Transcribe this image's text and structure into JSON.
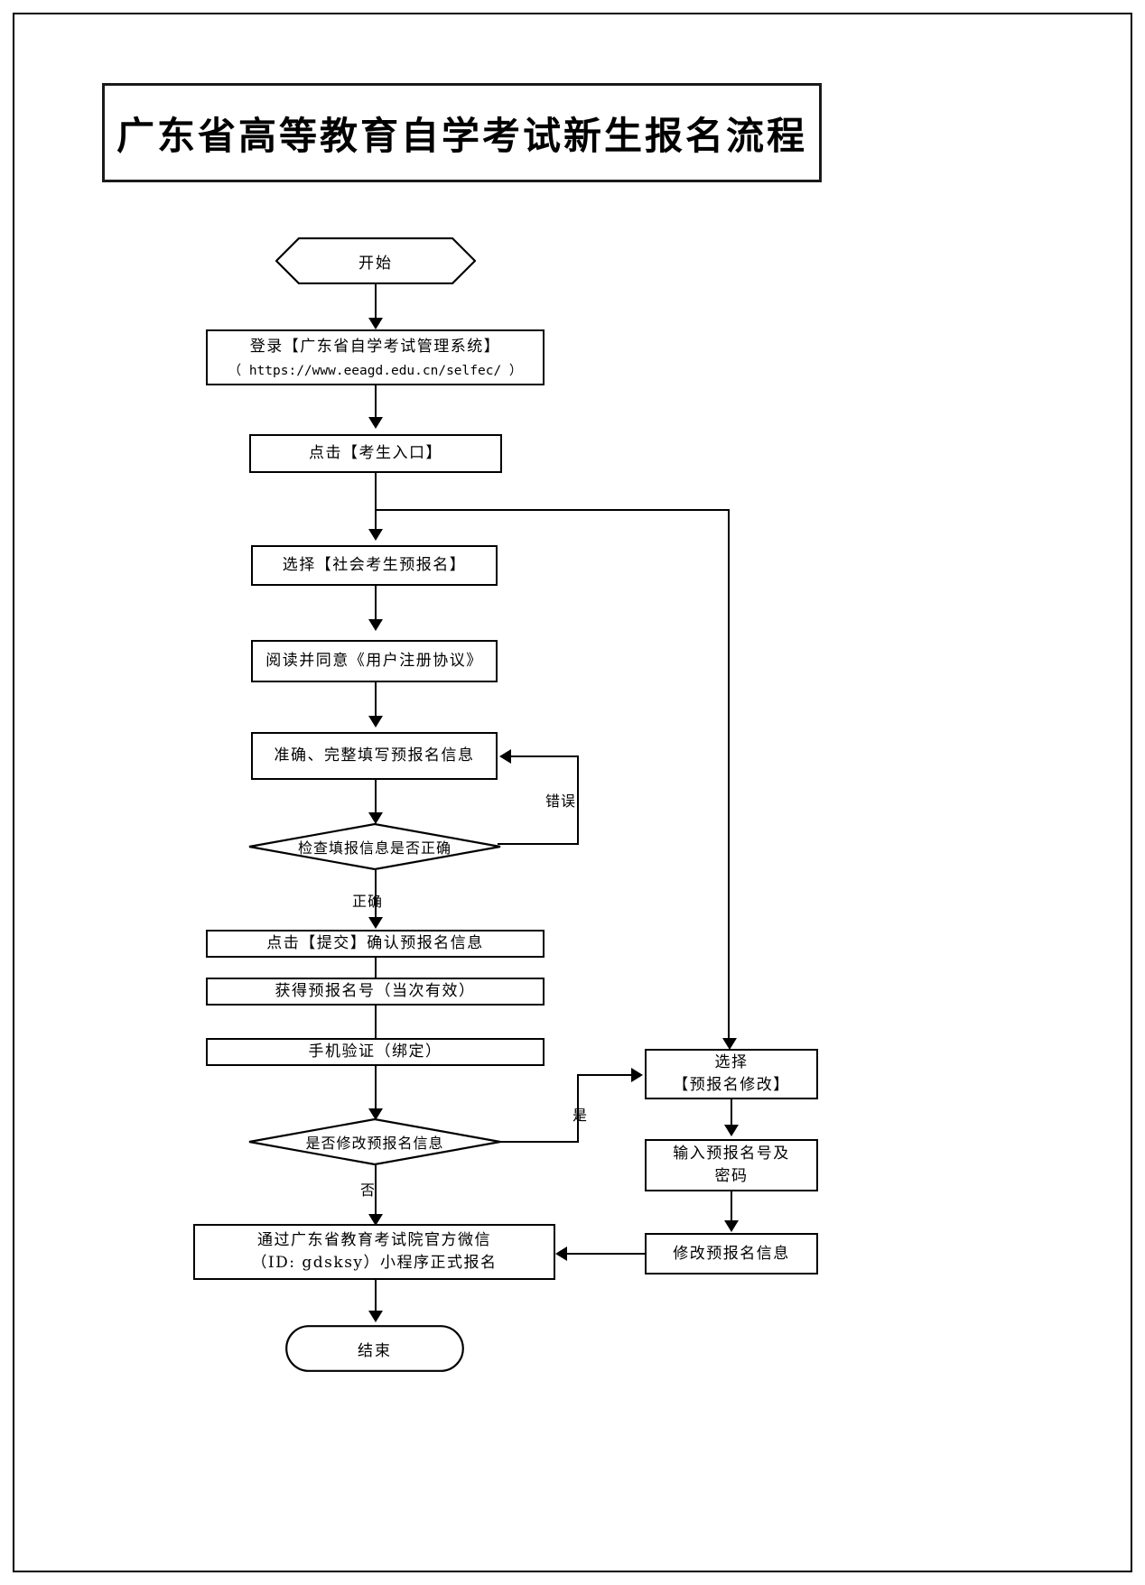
{
  "document": {
    "title": "广东省高等教育自学考试新生报名流程"
  },
  "chart_data": {
    "type": "diagram",
    "diagram_kind": "flowchart",
    "title": "广东省高等教育自学考试新生报名流程",
    "orientation": "top-to-bottom",
    "nodes": [
      {
        "id": "start",
        "shape": "hexagon",
        "text": "开始"
      },
      {
        "id": "login",
        "shape": "process",
        "text": "登录【广东省自学考试管理系统】",
        "subtext": "（ https://www.eeagd.edu.cn/selfec/ ）"
      },
      {
        "id": "entry",
        "shape": "process",
        "text": "点击【考生入口】"
      },
      {
        "id": "prereg",
        "shape": "process",
        "text": "选择【社会考生预报名】"
      },
      {
        "id": "agreement",
        "shape": "process",
        "text": "阅读并同意《用户注册协议》"
      },
      {
        "id": "fillinfo",
        "shape": "process",
        "text": "准确、完整填写预报名信息"
      },
      {
        "id": "check",
        "shape": "decision",
        "text": "检查填报信息是否正确"
      },
      {
        "id": "submit",
        "shape": "process",
        "text": "点击【提交】确认预报名信息"
      },
      {
        "id": "getnumber",
        "shape": "process",
        "text": "获得预报名号（当次有效）"
      },
      {
        "id": "phone",
        "shape": "process",
        "text": "手机验证（绑定）"
      },
      {
        "id": "modifyask",
        "shape": "decision",
        "text": "是否修改预报名信息"
      },
      {
        "id": "selectmodify",
        "shape": "process",
        "text": "选择",
        "subtext": "【预报名修改】"
      },
      {
        "id": "inputnumber",
        "shape": "process",
        "text": "输入预报名号及",
        "subtext": "密码"
      },
      {
        "id": "domodify",
        "shape": "process",
        "text": "修改预报名信息"
      },
      {
        "id": "wechat",
        "shape": "process",
        "text": "通过广东省教育考试院官方微信",
        "subtext": "（ID: gdsksy）小程序正式报名"
      },
      {
        "id": "end",
        "shape": "terminal",
        "text": "结束"
      }
    ],
    "edges": [
      {
        "from": "start",
        "to": "login",
        "label": ""
      },
      {
        "from": "login",
        "to": "entry",
        "label": ""
      },
      {
        "from": "entry",
        "to": "prereg",
        "label": ""
      },
      {
        "from": "prereg",
        "to": "agreement",
        "label": ""
      },
      {
        "from": "agreement",
        "to": "fillinfo",
        "label": ""
      },
      {
        "from": "fillinfo",
        "to": "check",
        "label": ""
      },
      {
        "from": "check",
        "to": "fillinfo",
        "label": "错误"
      },
      {
        "from": "check",
        "to": "submit",
        "label": "正确"
      },
      {
        "from": "submit",
        "to": "getnumber",
        "label": ""
      },
      {
        "from": "getnumber",
        "to": "phone",
        "label": ""
      },
      {
        "from": "phone",
        "to": "modifyask",
        "label": ""
      },
      {
        "from": "modifyask",
        "to": "selectmodify",
        "label": "是"
      },
      {
        "from": "modifyask",
        "to": "wechat",
        "label": "否"
      },
      {
        "from": "entry",
        "to": "selectmodify",
        "label": ""
      },
      {
        "from": "selectmodify",
        "to": "inputnumber",
        "label": ""
      },
      {
        "from": "inputnumber",
        "to": "domodify",
        "label": ""
      },
      {
        "from": "domodify",
        "to": "wechat",
        "label": ""
      },
      {
        "from": "wechat",
        "to": "end",
        "label": ""
      }
    ],
    "edge_labels": {
      "error": "错误",
      "correct": "正确",
      "yes": "是",
      "no": "否"
    },
    "colors": {
      "stroke": "#000000",
      "fill": "#ffffff",
      "text": "#000000"
    }
  }
}
